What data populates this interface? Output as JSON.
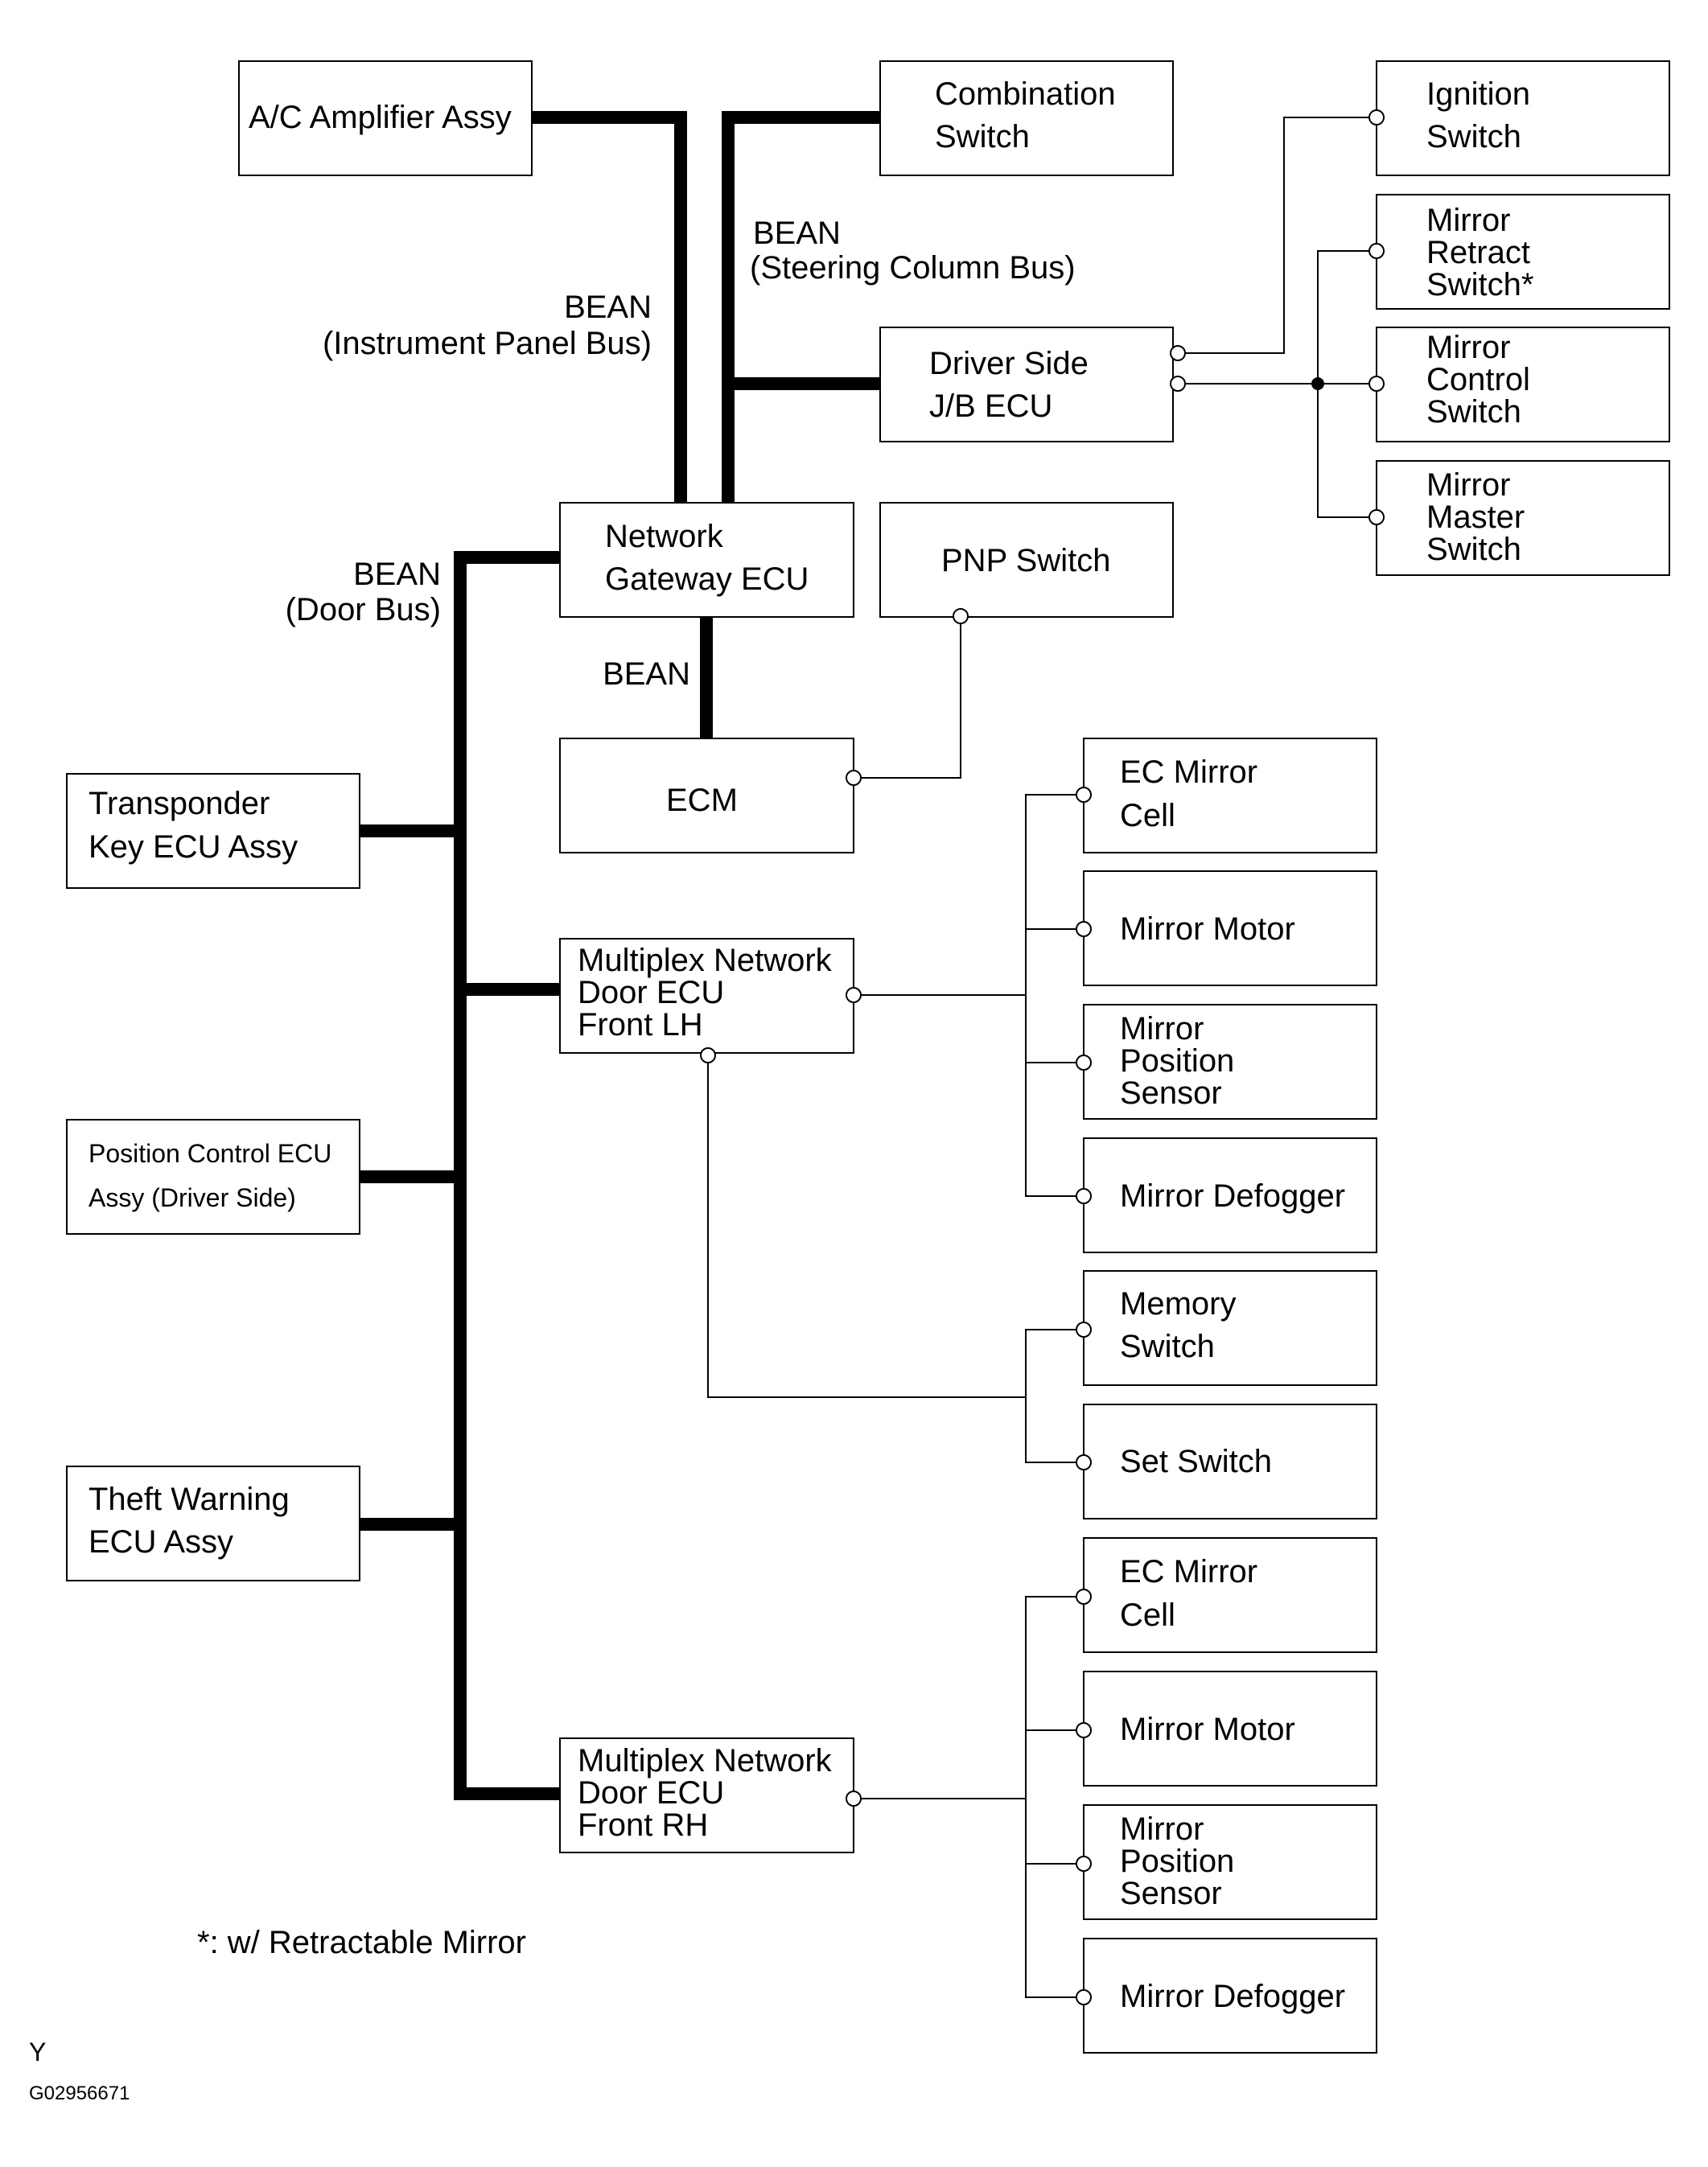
{
  "boxes": {
    "ac_amplifier": [
      "A/C Amplifier Assy"
    ],
    "combination_switch": [
      "Combination",
      "Switch"
    ],
    "ignition_switch": [
      "Ignition",
      "Switch"
    ],
    "mirror_retract_switch": [
      "Mirror",
      "Retract",
      "Switch*"
    ],
    "driver_side_jb_ecu": [
      "Driver Side",
      "J/B ECU"
    ],
    "mirror_control_switch": [
      "Mirror",
      "Control",
      "Switch"
    ],
    "mirror_master_switch": [
      "Mirror",
      "Master",
      "Switch"
    ],
    "network_gateway_ecu": [
      "Network",
      "Gateway ECU"
    ],
    "pnp_switch": [
      "PNP Switch"
    ],
    "ecm": [
      "ECM"
    ],
    "transponder_key_ecu": [
      "Transponder",
      "Key ECU Assy"
    ],
    "multiplex_door_ecu_lh": [
      "Multiplex Network",
      "Door ECU",
      "Front LH"
    ],
    "position_control_ecu": [
      "Position Control ECU",
      "Assy (Driver Side)"
    ],
    "theft_warning_ecu": [
      "Theft Warning",
      "ECU Assy"
    ],
    "multiplex_door_ecu_rh": [
      "Multiplex Network",
      "Door ECU",
      "Front RH"
    ],
    "lh_ec_mirror_cell": [
      "EC Mirror",
      "Cell"
    ],
    "lh_mirror_motor": [
      "Mirror Motor"
    ],
    "lh_mirror_position_sensor": [
      "Mirror",
      "Position",
      "Sensor"
    ],
    "lh_mirror_defogger": [
      "Mirror Defogger"
    ],
    "memory_switch": [
      "Memory",
      "Switch"
    ],
    "set_switch": [
      "Set Switch"
    ],
    "rh_ec_mirror_cell": [
      "EC Mirror",
      "Cell"
    ],
    "rh_mirror_motor": [
      "Mirror Motor"
    ],
    "rh_mirror_position_sensor": [
      "Mirror",
      "Position",
      "Sensor"
    ],
    "rh_mirror_defogger": [
      "Mirror Defogger"
    ]
  },
  "bus_labels": {
    "instrument_panel": [
      "BEAN",
      "(Instrument Panel Bus)"
    ],
    "steering_column": [
      "BEAN",
      "(Steering Column Bus)"
    ],
    "door": [
      "BEAN",
      "(Door Bus)"
    ],
    "ecm_link": [
      "BEAN"
    ]
  },
  "footnote": "*: w/ Retractable Mirror",
  "corner_mark": "Y",
  "figure_code": "G02956671"
}
